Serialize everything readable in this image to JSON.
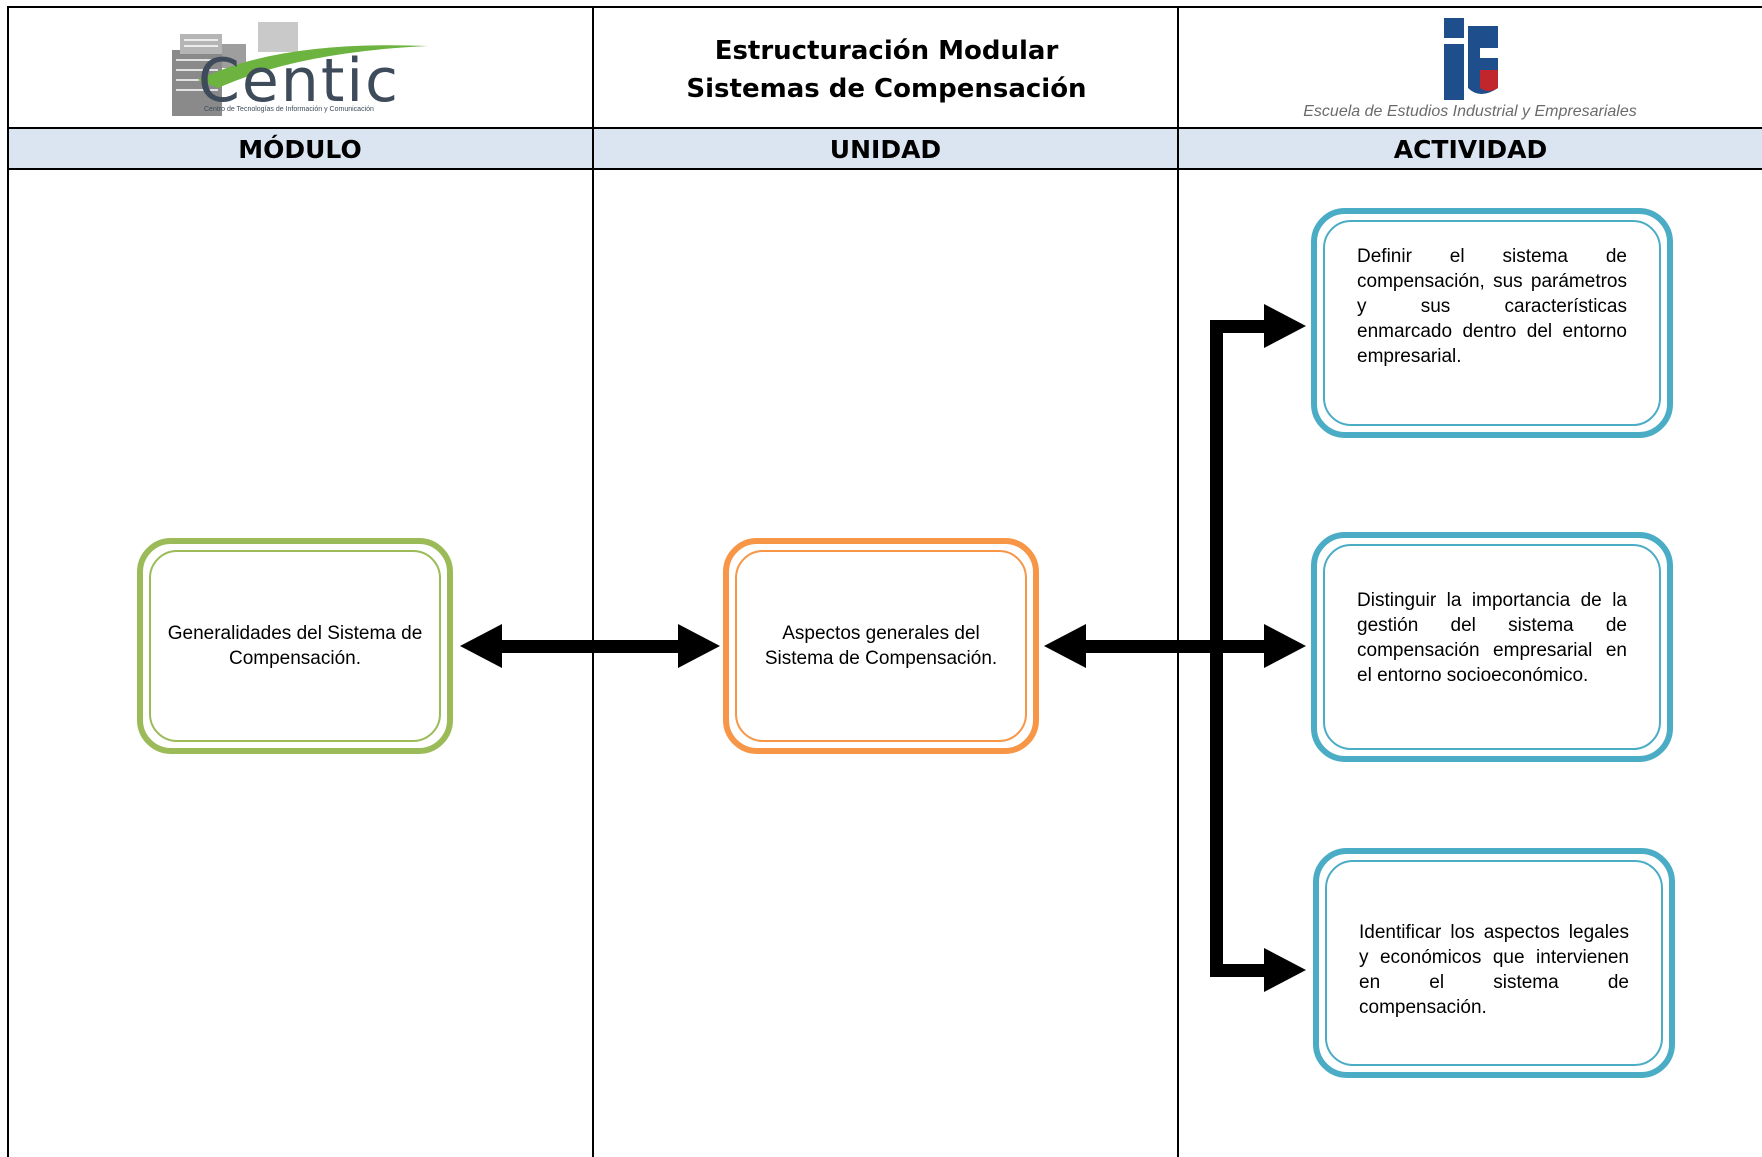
{
  "header": {
    "title_line1": "Estructuración Modular",
    "title_line2": "Sistemas de Compensación",
    "left_logo": {
      "name": "Centic",
      "subtitle": "Centro de Tecnologías de Información y Comunicación"
    },
    "right_logo": {
      "caption": "Escuela de Estudios Industrial y Empresariales"
    }
  },
  "columns": [
    "MÓDULO",
    "UNIDAD",
    "ACTIVIDAD"
  ],
  "module": {
    "text": "Generalidades del Sistema de Compensación.",
    "color": "#9bbb59"
  },
  "unit": {
    "text": "Aspectos generales del Sistema de Compensación.",
    "color": "#f79646"
  },
  "activities": [
    {
      "text": "Definir el sistema de compensación, sus parámetros y sus características enmarcado dentro del entorno empresarial."
    },
    {
      "text": "Distinguir la importancia de la gestión del sistema de compensación empresarial en el entorno socioeconómico."
    },
    {
      "text": "Identificar los aspectos legales y económicos que intervienen en el sistema de compensación."
    }
  ],
  "colors": {
    "activity_border": "#4bacc6",
    "header_fill": "#dbe5f1",
    "arrow": "#000000"
  }
}
